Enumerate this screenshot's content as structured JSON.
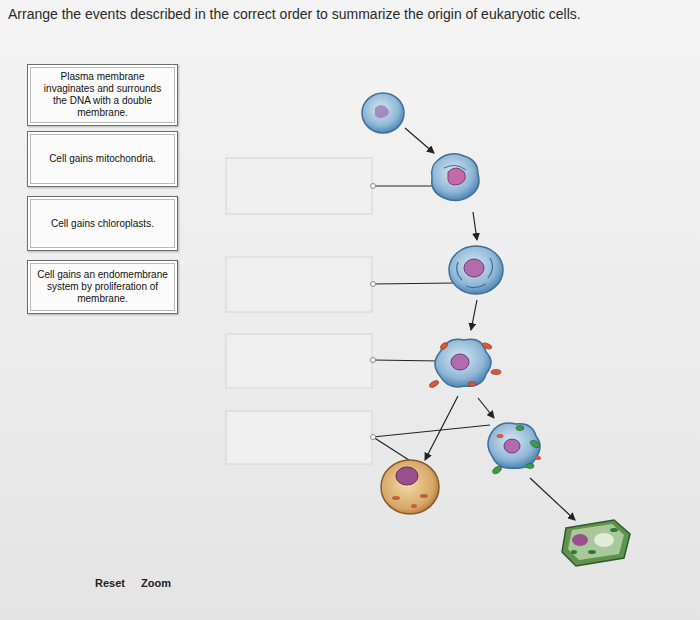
{
  "diagram": {
    "title": "Arrange the events described in the correct order to summarize the origin of eukaryotic cells.",
    "nodes": [
      {
        "text": [
          "Plasma membrane invaginates and surrounds the DNA with a double membrane."
        ]
      },
      {
        "text": [
          "Cell gains mitochondria."
        ]
      },
      {
        "text": [
          "Cell gains chloroplasts."
        ]
      },
      {
        "text": [
          "Cell gains an endomembrane system by proliferation of membrane."
        ]
      }
    ],
    "labels": [
      "Reset",
      "Zoom"
    ]
  }
}
